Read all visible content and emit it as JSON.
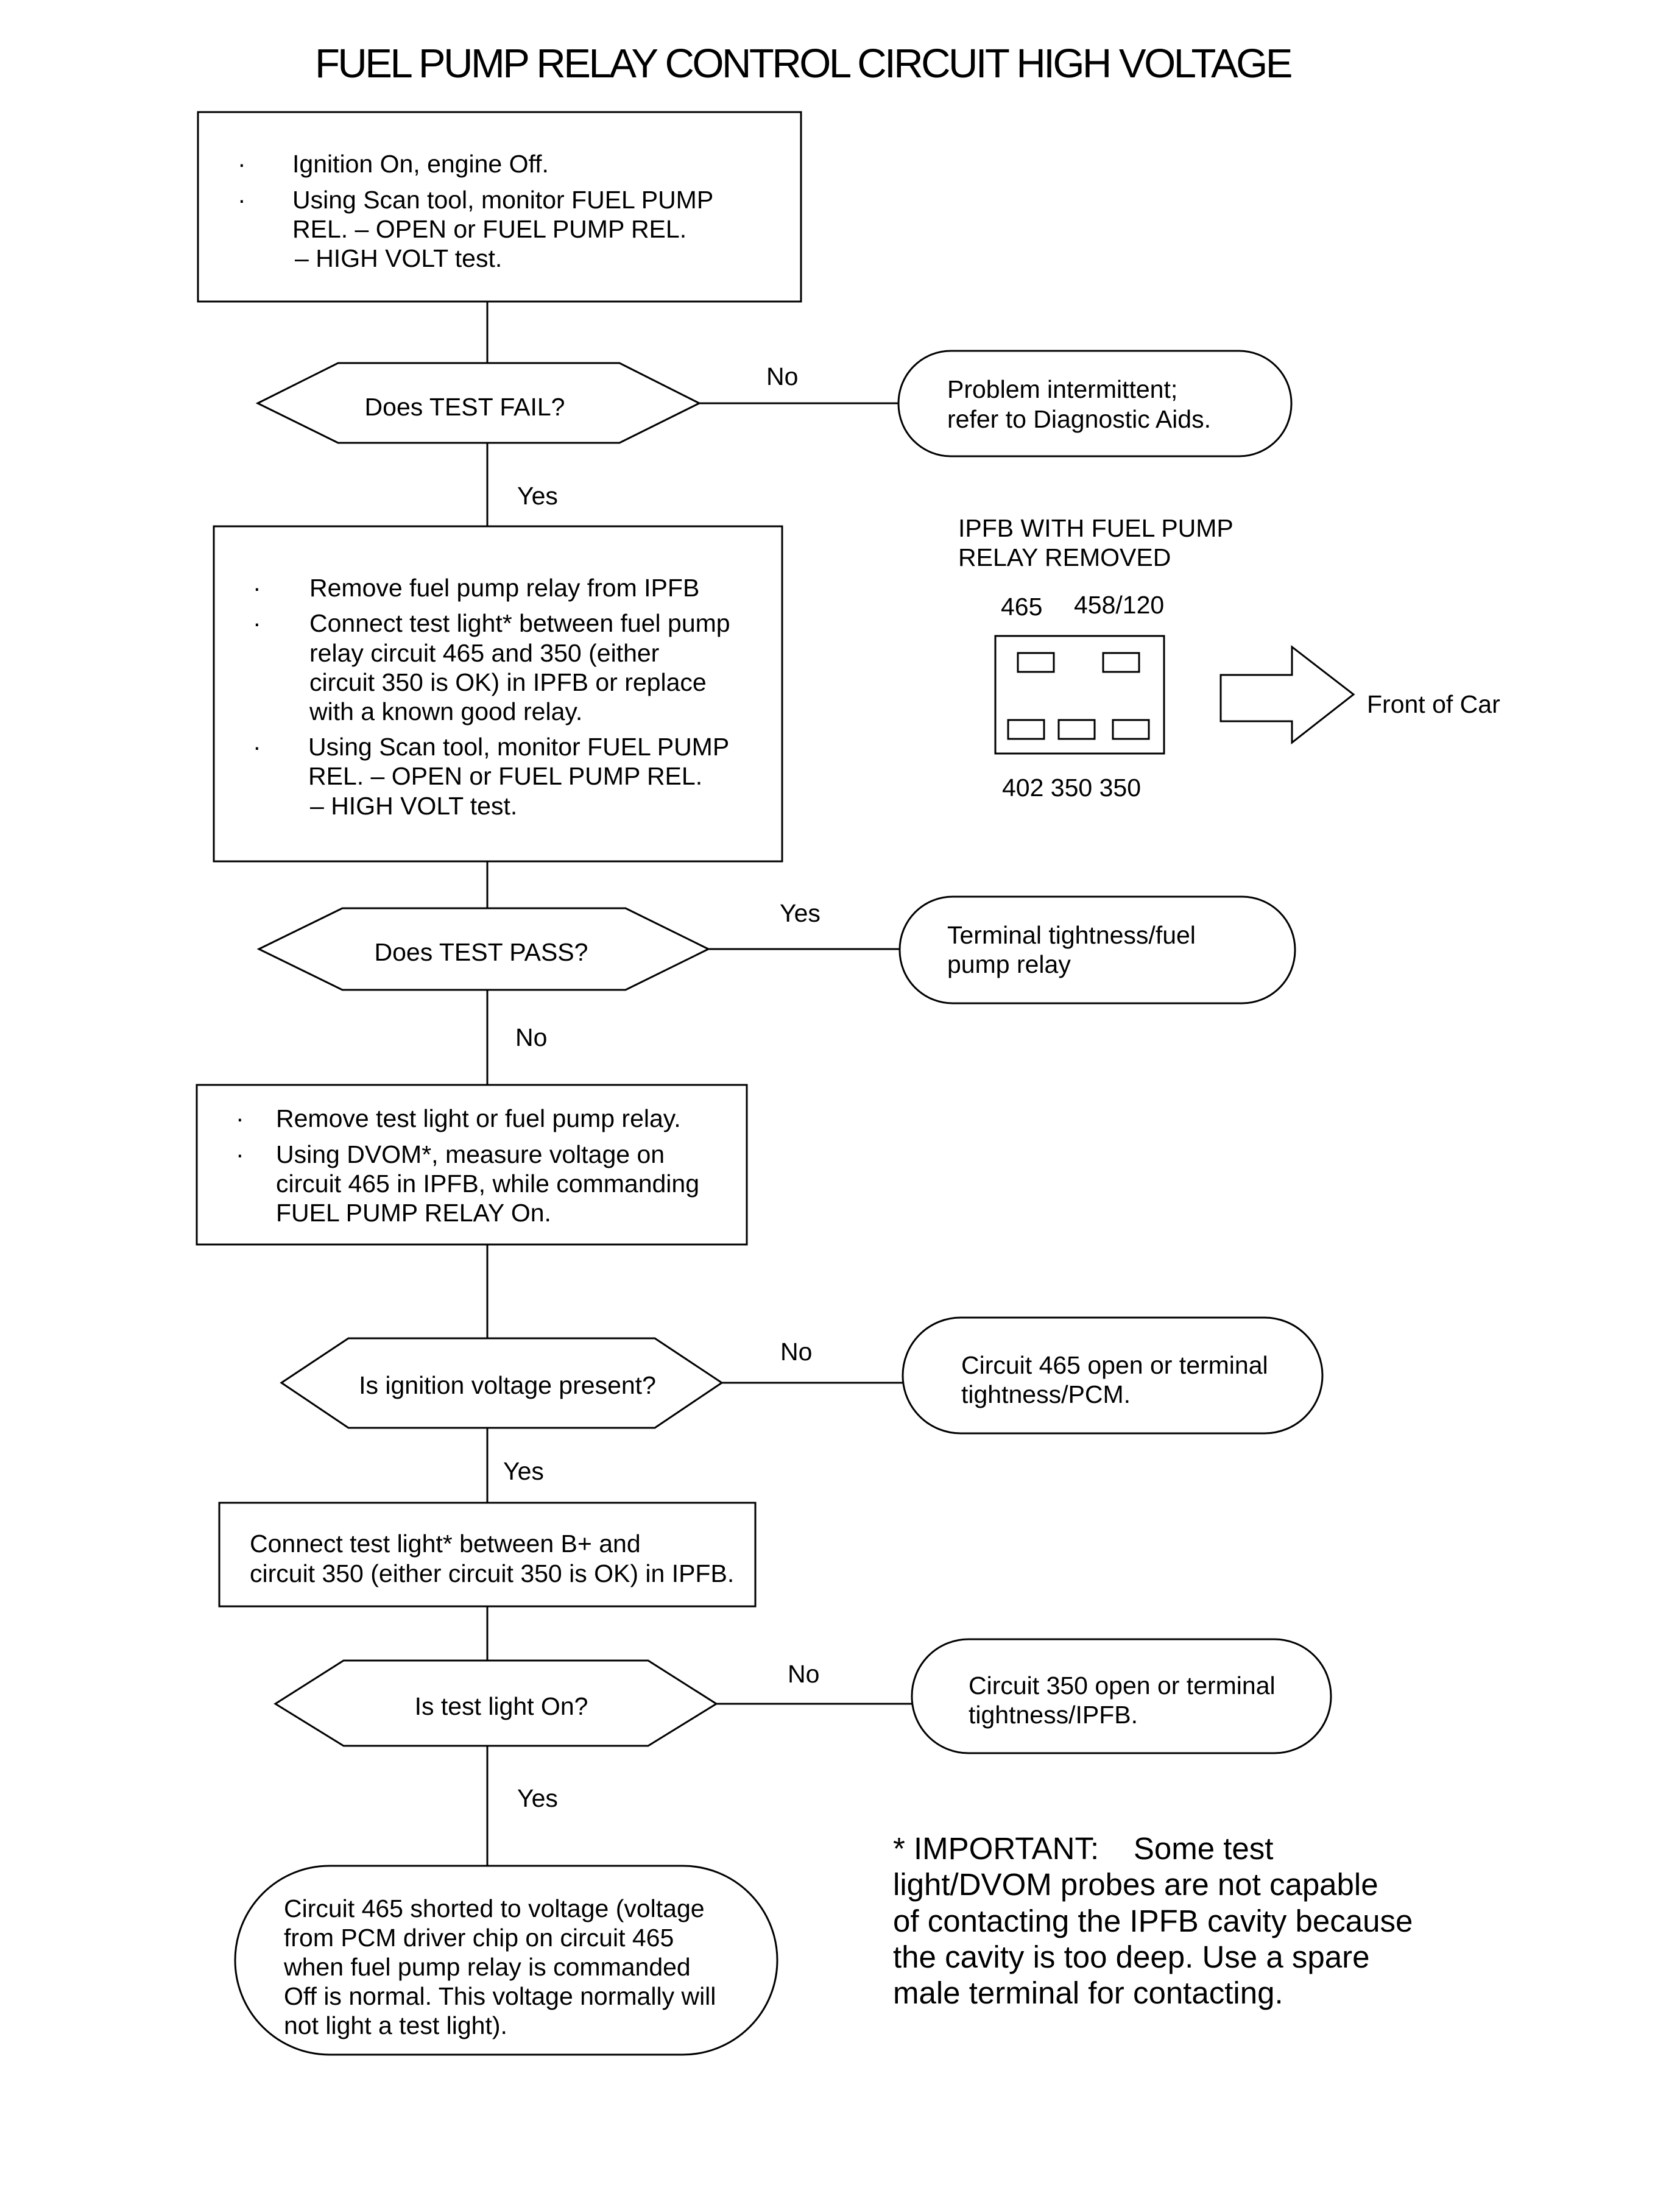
{
  "title": "FUEL PUMP RELAY CONTROL CIRCUIT HIGH VOLTAGE",
  "bullet": "·",
  "step1": {
    "b1": "Ignition On, engine Off.",
    "b2": [
      "Using Scan tool, monitor FUEL PUMP",
      "REL. – OPEN or FUEL PUMP REL.",
      "– HIGH VOLT test."
    ]
  },
  "decision1": {
    "question": "Does TEST FAIL?",
    "no": "No",
    "yes": "Yes"
  },
  "result1": [
    "Problem intermittent;",
    "refer to Diagnostic Aids."
  ],
  "step2": {
    "b1": "Remove fuel pump relay from IPFB",
    "b2": [
      "Connect test light* between fuel pump",
      "relay circuit 465 and 350 (either",
      "circuit 350 is OK) in IPFB or replace",
      "with a known good relay."
    ],
    "b3": [
      "Using Scan tool, monitor FUEL PUMP",
      "REL. – OPEN or FUEL PUMP REL.",
      "– HIGH VOLT test."
    ]
  },
  "decision2": {
    "question": "Does TEST PASS?",
    "yes": "Yes",
    "no": "No"
  },
  "result2": [
    "Terminal tightness/fuel",
    "pump relay"
  ],
  "ipfb": {
    "heading": [
      "IPFB WITH FUEL PUMP",
      "RELAY REMOVED"
    ],
    "top_labels": [
      "465",
      "458/120"
    ],
    "bottom_labels": "402 350 350",
    "arrow_label": "Front of Car"
  },
  "step3": {
    "b1": "Remove test light or fuel pump relay.",
    "b2": [
      "Using DVOM*, measure voltage on",
      "circuit 465 in IPFB, while commanding",
      "FUEL  PUMP RELAY On."
    ]
  },
  "decision3": {
    "question": "Is ignition voltage present?",
    "no": "No",
    "yes": "Yes"
  },
  "result3": [
    "Circuit 465 open or terminal",
    "tightness/PCM."
  ],
  "step4": [
    "Connect test light* between B+ and",
    "circuit 350 (either circuit 350 is OK) in IPFB."
  ],
  "decision4": {
    "question": "Is test light On?",
    "no": "No",
    "yes": "Yes"
  },
  "result4": [
    "Circuit 350 open or terminal",
    "tightness/IPFB."
  ],
  "result5": [
    "Circuit 465 shorted to voltage (voltage",
    "from PCM driver chip on circuit 465",
    "when fuel pump relay is commanded",
    "Off is normal. This voltage normally will",
    "not light a test light)."
  ],
  "important": [
    "* IMPORTANT:    Some test",
    "light/DVOM probes are not capable",
    "of contacting the IPFB cavity because",
    "the cavity is too deep. Use a spare",
    "male terminal for contacting."
  ]
}
